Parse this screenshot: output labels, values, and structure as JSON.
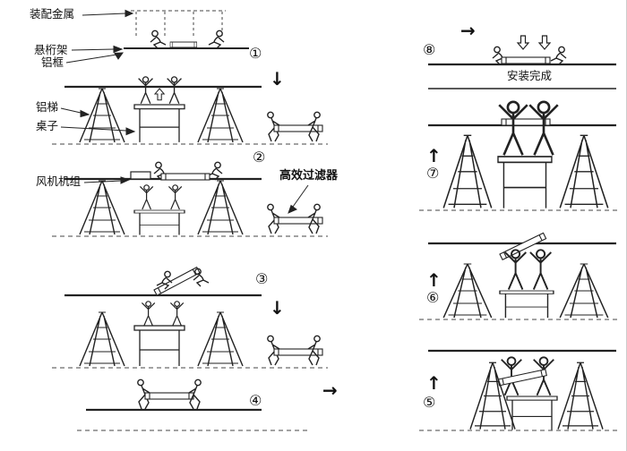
{
  "labels": {
    "assembly_metal": "装配金属",
    "truss": "悬桁架",
    "aluminum_frame": "铝框",
    "aluminum_ladder": "铝梯",
    "table": "桌子",
    "fan_unit": "风机机组",
    "hepa_filter": "高效过滤器",
    "install_complete": "安装完成"
  },
  "steps": {
    "s1": "①",
    "s2": "②",
    "s3": "③",
    "s4": "④",
    "s5": "⑤",
    "s6": "⑥",
    "s7": "⑦",
    "s8": "⑧"
  },
  "arrows": {
    "down": "↓",
    "up": "↑",
    "right": "→"
  },
  "colors": {
    "ink": "#1a1a1a",
    "background": "#ffffff"
  }
}
